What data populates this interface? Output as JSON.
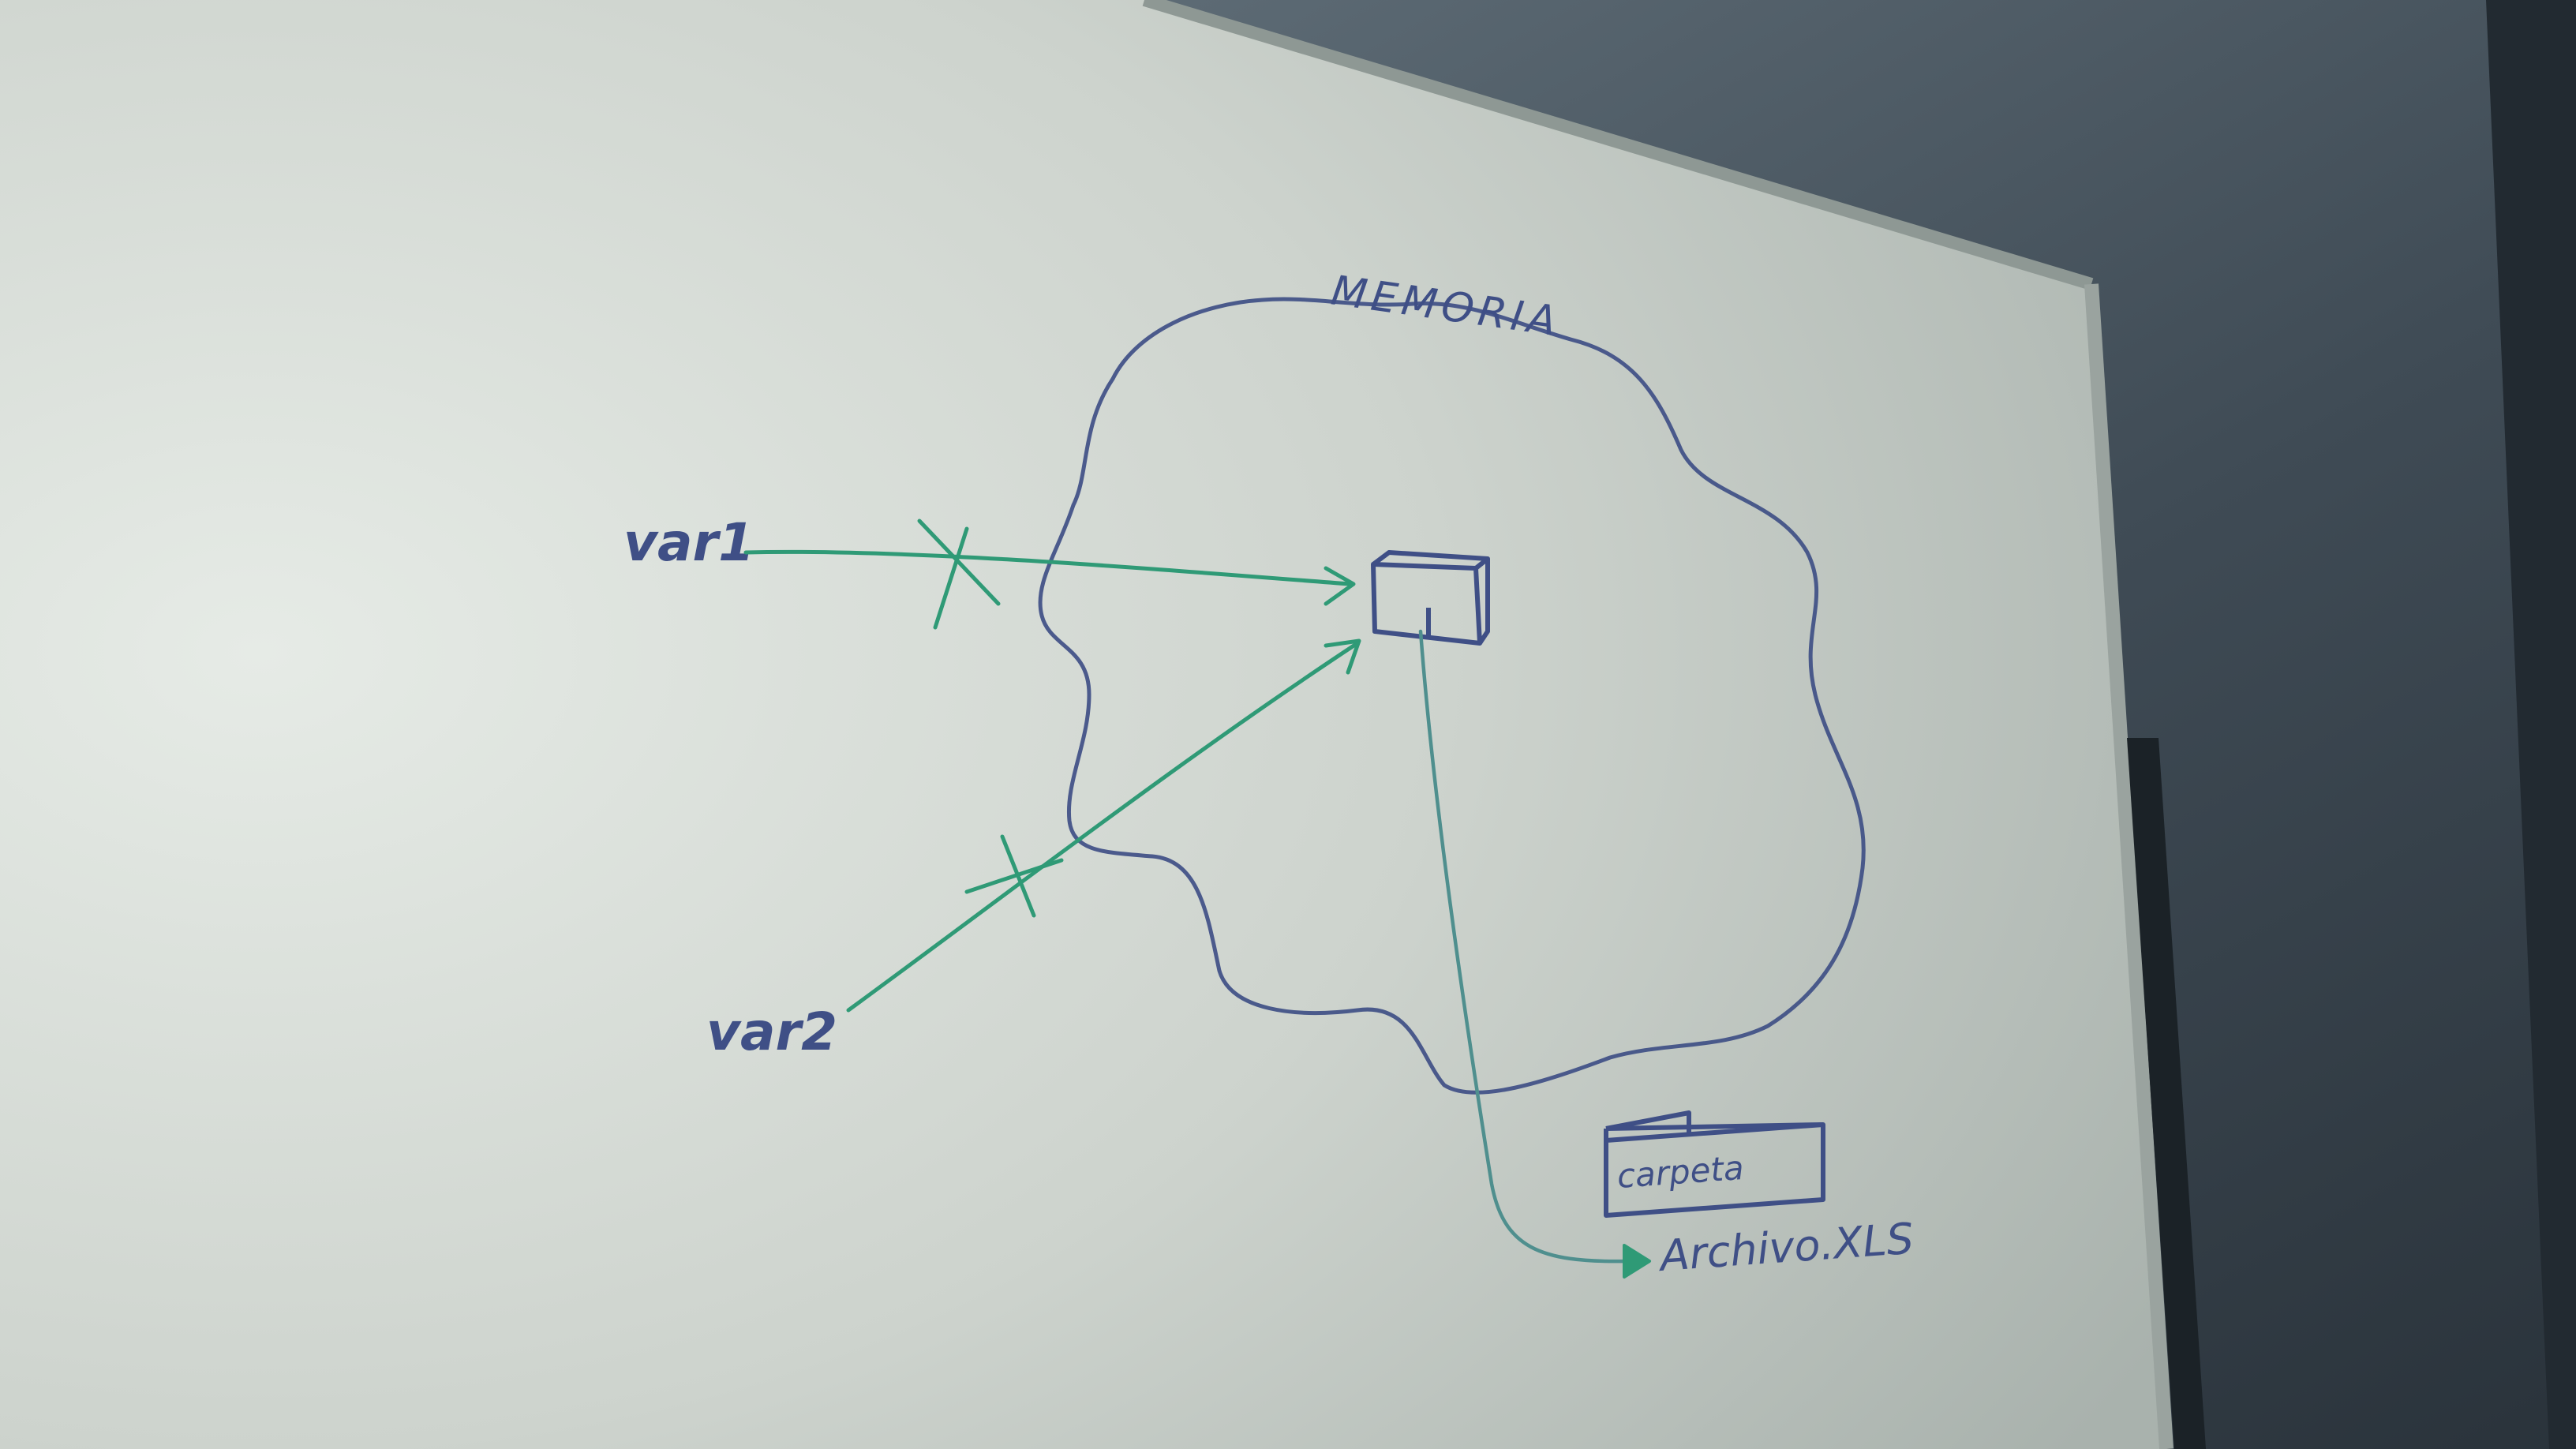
{
  "labels": {
    "memory": "MEMORIA",
    "var1": "var1",
    "var2": "var2",
    "folder": "carpeta",
    "file": "Archivo.XLS"
  },
  "colors": {
    "wall": "#3a4652",
    "board": "#d4d9d3",
    "frame": "#8e9894",
    "marker_blue": "#3f4f86",
    "marker_green": "#2f9a76",
    "marker_teal": "#4f8f8e",
    "tray": "#1b2227"
  }
}
